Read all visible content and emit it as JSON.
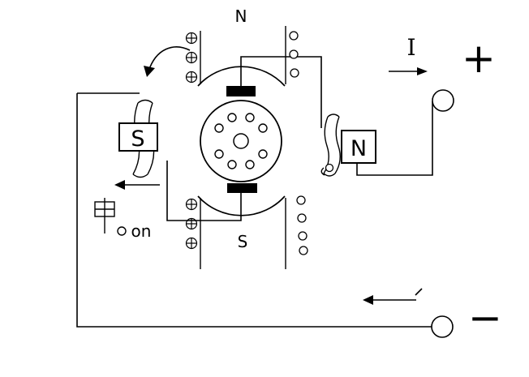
{
  "diagram": {
    "background": "#ffffff",
    "stroke_color": "#000000",
    "commutator_fill": "#000000",
    "labels": {
      "top_pole": "N",
      "bottom_pole": "S",
      "left_magnet": "S",
      "right_magnet": "N",
      "current": "I",
      "positive_terminal": "+",
      "negative_terminal": "−",
      "annotation": "on"
    },
    "markers": {
      "current_into_page_symbol": "⊕",
      "current_out_of_page_symbol": "○",
      "into_page_top_count": 3,
      "into_page_bottom_count": 3,
      "out_of_page_top_count": 3,
      "out_of_page_bottom_count": 4
    }
  }
}
